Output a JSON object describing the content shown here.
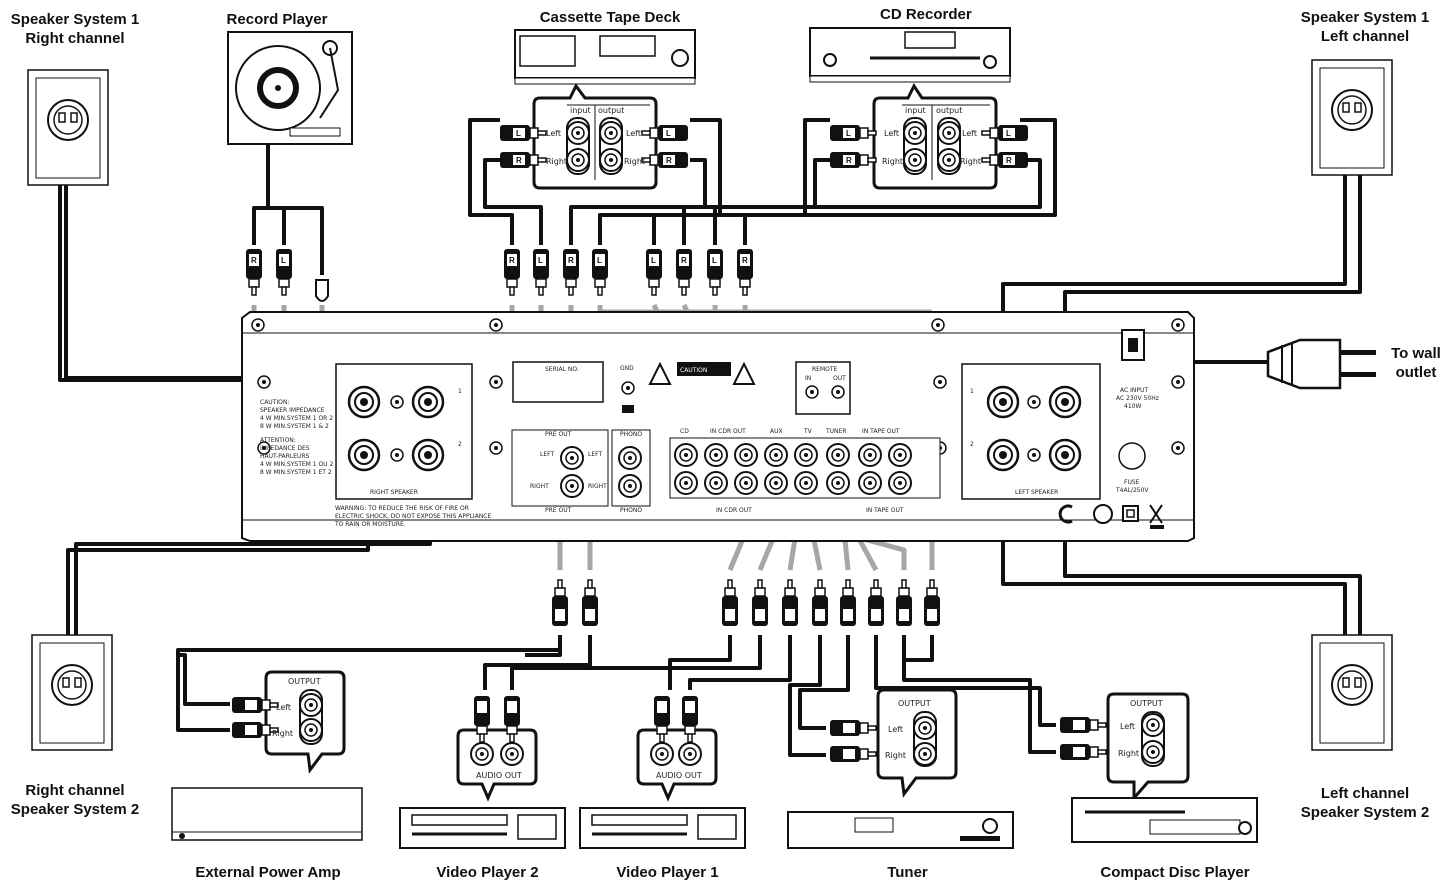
{
  "devices": {
    "speaker_r1": {
      "line1": "Speaker System 1",
      "line2": "Right channel"
    },
    "record_player": {
      "label": "Record Player"
    },
    "cassette": {
      "label": "Cassette Tape Deck"
    },
    "cd_recorder": {
      "label": "CD Recorder"
    },
    "speaker_l1": {
      "line1": "Speaker System 1",
      "line2": "Left channel"
    },
    "wall": {
      "line1": "To wall",
      "line2": "outlet"
    },
    "speaker_r2": {
      "line1": "Right channel",
      "line2": "Speaker System 2"
    },
    "speaker_l2": {
      "line1": "Left channel",
      "line2": "Speaker System 2"
    },
    "ext_amp": {
      "label": "External Power Amp"
    },
    "video2": {
      "label": "Video Player 2"
    },
    "video1": {
      "label": "Video Player 1"
    },
    "tuner": {
      "label": "Tuner"
    },
    "cdp": {
      "label": "Compact Disc Player"
    }
  },
  "plug_letters": {
    "left": "L",
    "right": "R"
  },
  "jack_panels": {
    "input": "input",
    "output": "output",
    "left": "Left",
    "right": "Right",
    "output_caps": "OUTPUT",
    "audio_out": "AUDIO OUT"
  },
  "amp_panel": {
    "right_speaker": "RIGHT SPEAKER",
    "left_speaker": "LEFT SPEAKER",
    "caution_title": "CAUTION:",
    "caution_lines": [
      "SPEAKER IMPEDANCE",
      "4 W MIN.SYSTEM 1 OR 2",
      "8 W MIN.SYSTEM 1 & 2"
    ],
    "attention_title": "ATTENTION:",
    "attention_lines": [
      "IMPEDANCE DES",
      "HAUT-PARLEURS",
      "4 W MIN.SYSTEM 1 OU 2",
      "8 W MIN.SYSTEM 1 ET 2"
    ],
    "warning_lines": [
      "WARNING: TO REDUCE THE RISK OF FIRE OR",
      "ELECTRIC SHOCK, DO NOT EXPOSE THIS APPLIANCE",
      "TO RAIN OR MOISTURE."
    ],
    "serial": "SERIAL NO.",
    "gnd": "GND",
    "caution_box": "CAUTION",
    "remote": "REMOTE",
    "remote_in_top": "IN",
    "remote_out_top": "OUT",
    "pre_out": "PRE OUT",
    "phono": "PHONO",
    "left": "LEFT",
    "right": "RIGHT",
    "cd": "CD",
    "in_cdr_out": "IN CDR OUT",
    "aux": "AUX",
    "tv": "TV",
    "tuner": "TUNER",
    "in_tape_out": "IN TAPE OUT",
    "ac_input": [
      "AC INPUT",
      "AC 230V 50Hz",
      "410W"
    ],
    "fuse": [
      "FUSE",
      "T4AL/250V"
    ],
    "num1": "1",
    "num2": "2"
  },
  "colors": {
    "cable_gray": "#a6a6a6",
    "cable_black": "#111111",
    "ink": "#111111"
  }
}
